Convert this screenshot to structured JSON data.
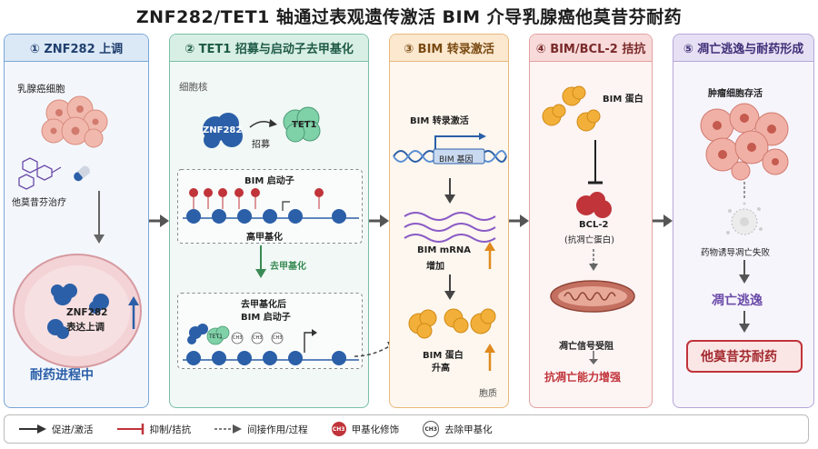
{
  "title": "ZNF282/TET1 轴通过表观遗传激活 BIM 介导乳腺癌他莫昔芬耐药",
  "colors": {
    "p1": "#7aa6d6",
    "p2": "#7bbfa8",
    "p3": "#e8b87a",
    "p4": "#e2a0a0",
    "p5": "#b4a6d8",
    "red": "#c0343a",
    "purple": "#6a4aa8",
    "blue": "#2b5fa8"
  },
  "panel1": {
    "header": "① ZNF282 上调",
    "cell_label": "乳腺癌细胞",
    "drug_label": "他莫昔芬治疗",
    "protein_label_1": "ZNF282",
    "protein_label_2": "表达上调",
    "status": "耐药进程中"
  },
  "panel2": {
    "header": "② TET1 招募与启动子去甲基化",
    "nucleus": "细胞核",
    "znf": "ZNF282",
    "recruit": "招募",
    "tet1": "TET1",
    "promoter_top": "BIM 启动子",
    "hypermethyl": "高甲基化",
    "demethyl_arrow": "去甲基化",
    "after_1": "去甲基化后",
    "after_2": "BIM 启动子",
    "tet1_small": "TET1",
    "ch3": "CH3"
  },
  "panel3": {
    "header": "③ BIM 转录激活",
    "activate": "BIM 转录激活",
    "gene": "BIM 基因",
    "mrna_1": "BIM mRNA",
    "mrna_2": "增加",
    "prot_1": "BIM 蛋白",
    "prot_2": "升高",
    "cytoplasm": "胞质"
  },
  "panel4": {
    "header": "④ BIM/BCL-2 拮抗",
    "bim": "BIM 蛋白",
    "bcl_1": "BCL-2",
    "bcl_2": "(抗凋亡蛋白)",
    "signal": "凋亡信号受阻",
    "anti": "抗凋亡能力增强"
  },
  "panel5": {
    "header": "⑤ 凋亡逃逸与耐药形成",
    "survive": "肿瘤细胞存活",
    "fail": "药物诱导凋亡失败",
    "escape": "凋亡逃逸",
    "result": "他莫昔芬耐药"
  },
  "legend": {
    "promote": "促进/激活",
    "inhibit": "抑制/拮抗",
    "indirect": "间接作用/过程",
    "methyl": "甲基化修饰",
    "demethyl": "去除甲基化",
    "ch3": "CH3"
  }
}
